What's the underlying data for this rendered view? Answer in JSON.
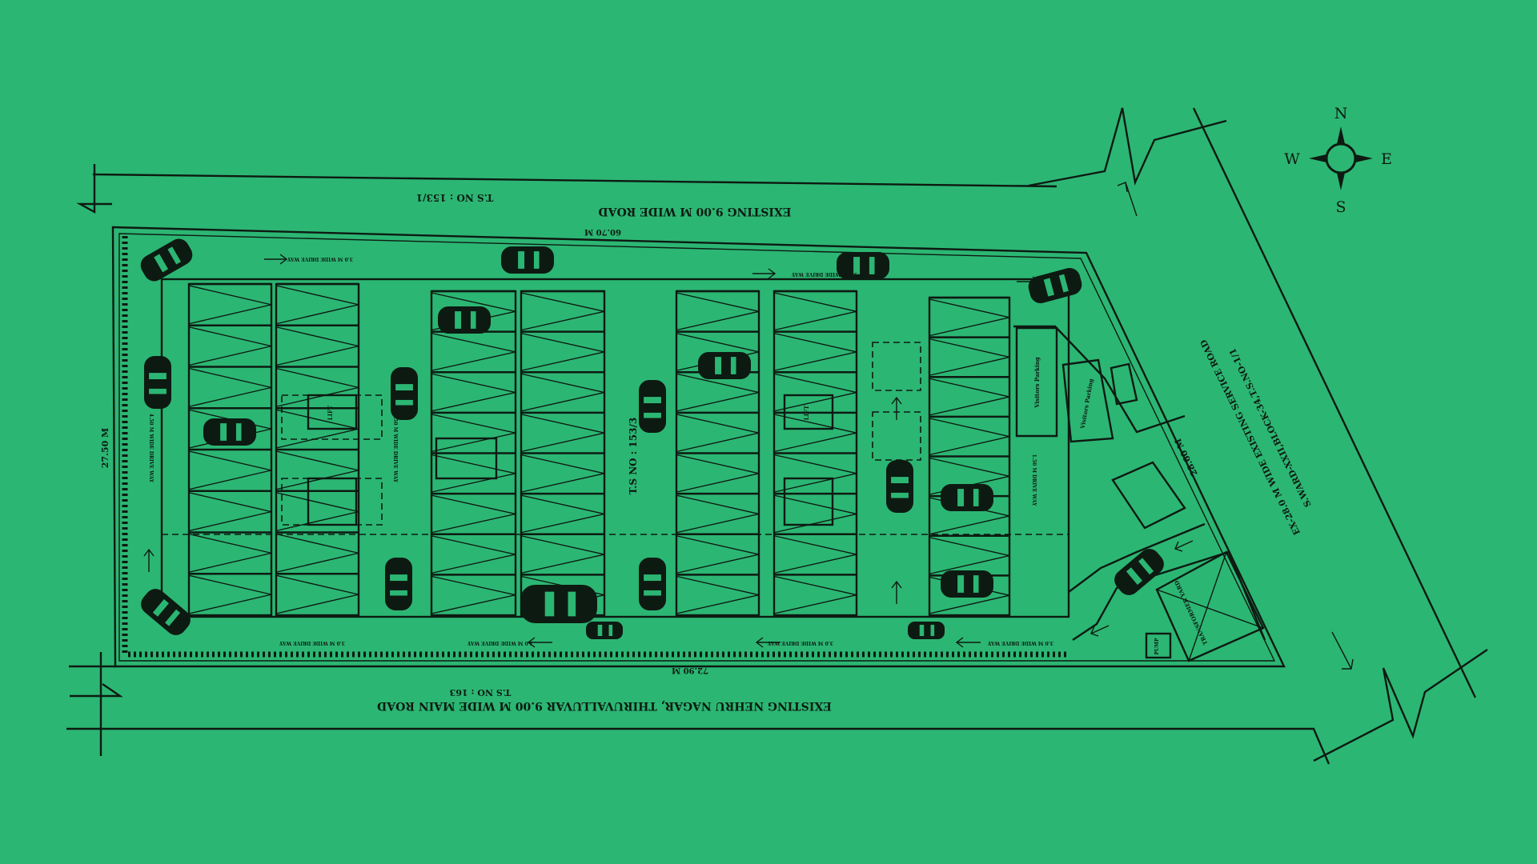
{
  "roads": {
    "north_road": "EXISTING  9.00 M WIDE ROAD",
    "north_ts": "T.S NO : 153/1",
    "south_road": "EXISTING NEHRU NAGAR, THIRUVALLUVAR  9.00 M WIDE MAIN ROAD",
    "south_ts": "T.S NO : 163",
    "east_road": "EX-28.0 M WIDE EXISTING SERVICE ROAD",
    "east_ts": "S.WARD-XXII,BLOCK-34,T.S.NO-1/1"
  },
  "dimensions": {
    "north": "60.70 M",
    "south": "72.90 M",
    "west": "27.50 M",
    "east": "28.60 M"
  },
  "site": {
    "ts_no": "T.S NO : 153/3",
    "drive_45": "4.50 M WIDE DRIVE WAY",
    "drive_30": "3.0 M WIDE DRIVE WAY",
    "drive_15": "1.50 M DRIVE WAY",
    "visitors": "Visitors Parking",
    "lift": "LIFT",
    "transformer": "TRANSFORMER YARD",
    "pump": "PUMP"
  },
  "compass": {
    "n": "N",
    "s": "S",
    "e": "E",
    "w": "W"
  },
  "colors": {
    "background": "#2cb673",
    "ink": "#0d1a12"
  }
}
